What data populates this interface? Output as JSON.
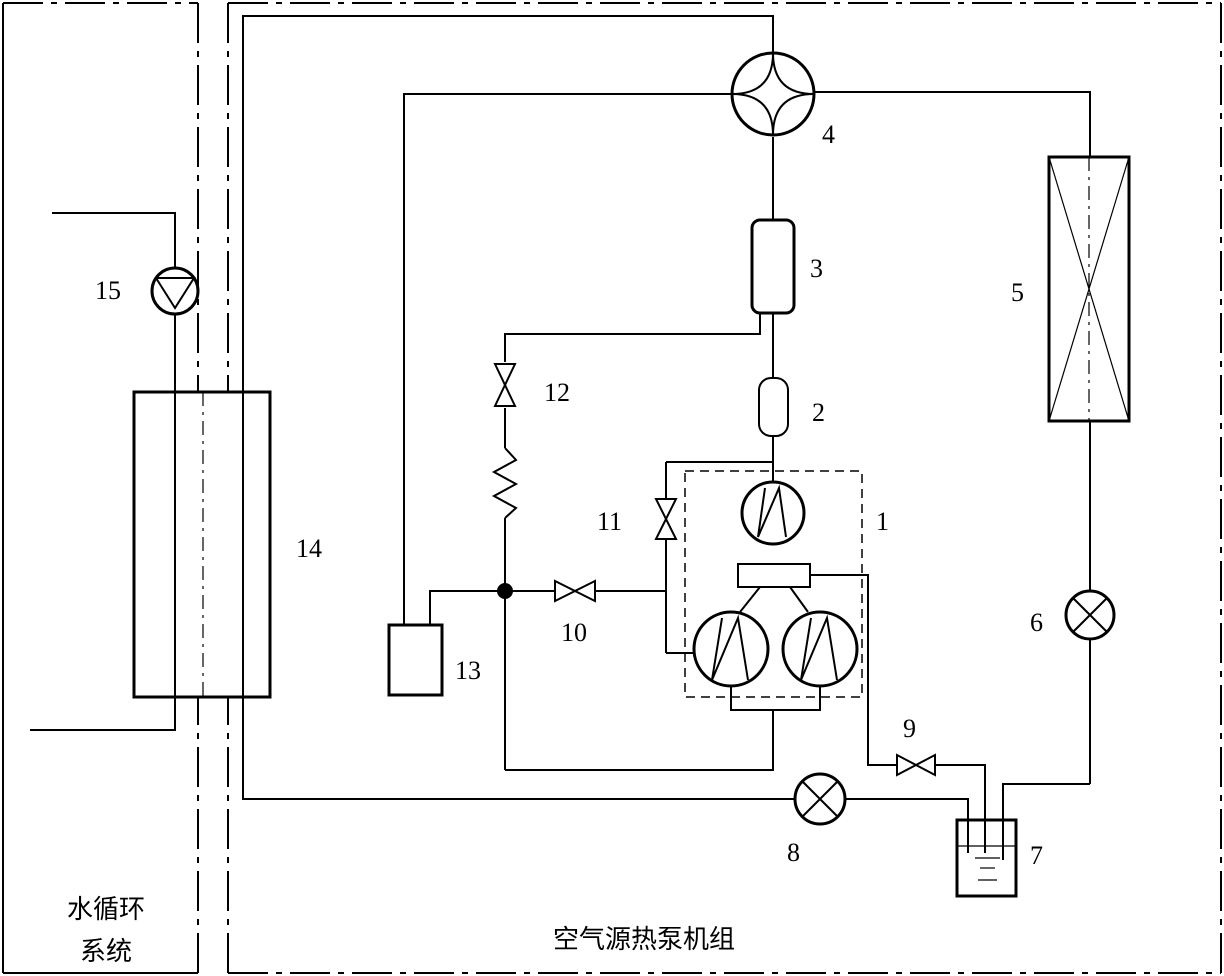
{
  "regions": {
    "water_system_line1": "水循环",
    "water_system_line2": "系统",
    "heat_pump_unit": "空气源热泵机组"
  },
  "components": {
    "c1": "1",
    "c2": "2",
    "c3": "3",
    "c4": "4",
    "c5": "5",
    "c6": "6",
    "c7": "7",
    "c8": "8",
    "c9": "9",
    "c10": "10",
    "c11": "11",
    "c12": "12",
    "c13": "13",
    "c14": "14",
    "c15": "15"
  }
}
